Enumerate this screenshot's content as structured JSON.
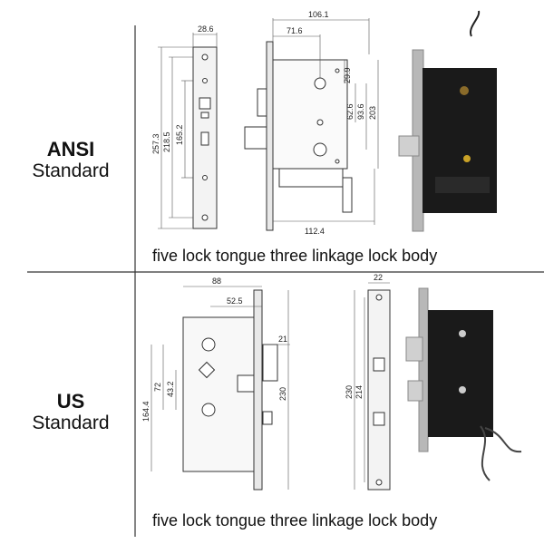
{
  "rows": [
    {
      "title": "ANSI",
      "subtitle": "Standard",
      "caption": "five lock tongue three linkage lock body",
      "dimensions": {
        "faceplate_width": "28.6",
        "faceplate_heights": [
          "257.3",
          "218.5",
          "165.2"
        ],
        "body_width": "106.1",
        "backset": "71.6",
        "vertical": [
          "29.9",
          "62.6",
          "93.6",
          "203"
        ],
        "bottom_width": "112.4"
      }
    },
    {
      "title": "US",
      "subtitle": "Standard",
      "caption": "five lock tongue three linkage lock body",
      "dimensions": {
        "body_width": "88",
        "backset": "52.5",
        "latch_offset": "21",
        "vertical": [
          "43.2",
          "72",
          "164.4"
        ],
        "body_height": "230",
        "faceplate_width": "22",
        "faceplate_heights": [
          "230",
          "214"
        ]
      }
    }
  ]
}
